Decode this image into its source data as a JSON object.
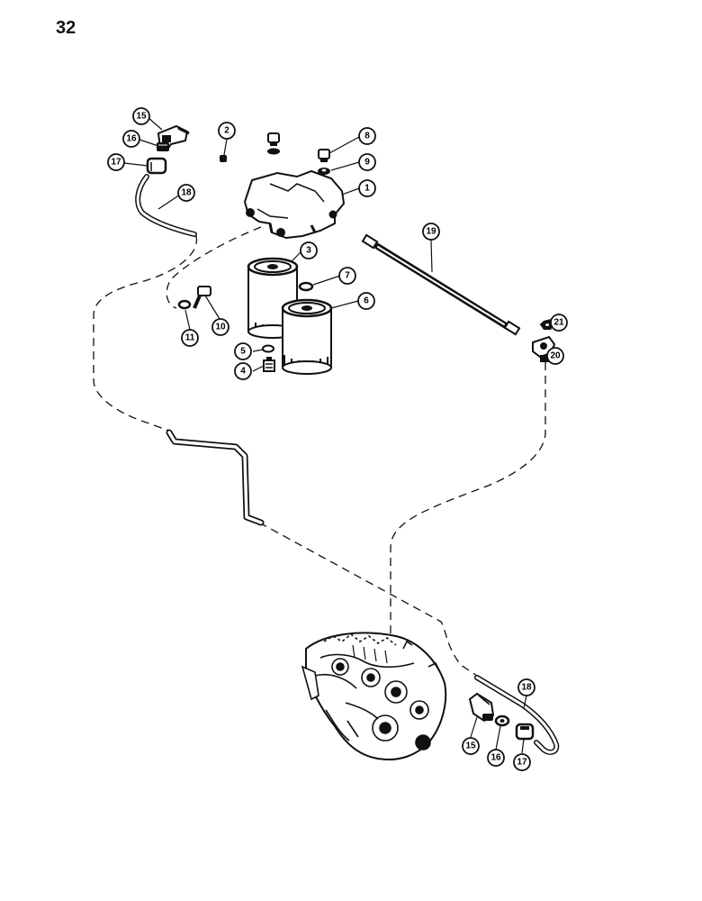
{
  "page": {
    "number": "32"
  },
  "callouts": {
    "c1": "1",
    "c2": "2",
    "c3": "3",
    "c4": "4",
    "c5": "5",
    "c6": "6",
    "c7": "7",
    "c8": "8",
    "c9": "9",
    "c10": "10",
    "c11": "11",
    "c15a": "15",
    "c16a": "16",
    "c17a": "17",
    "c18a": "18",
    "c19": "19",
    "c20": "20",
    "c21": "21",
    "c15b": "15",
    "c16b": "16",
    "c17b": "17",
    "c18b": "18"
  }
}
